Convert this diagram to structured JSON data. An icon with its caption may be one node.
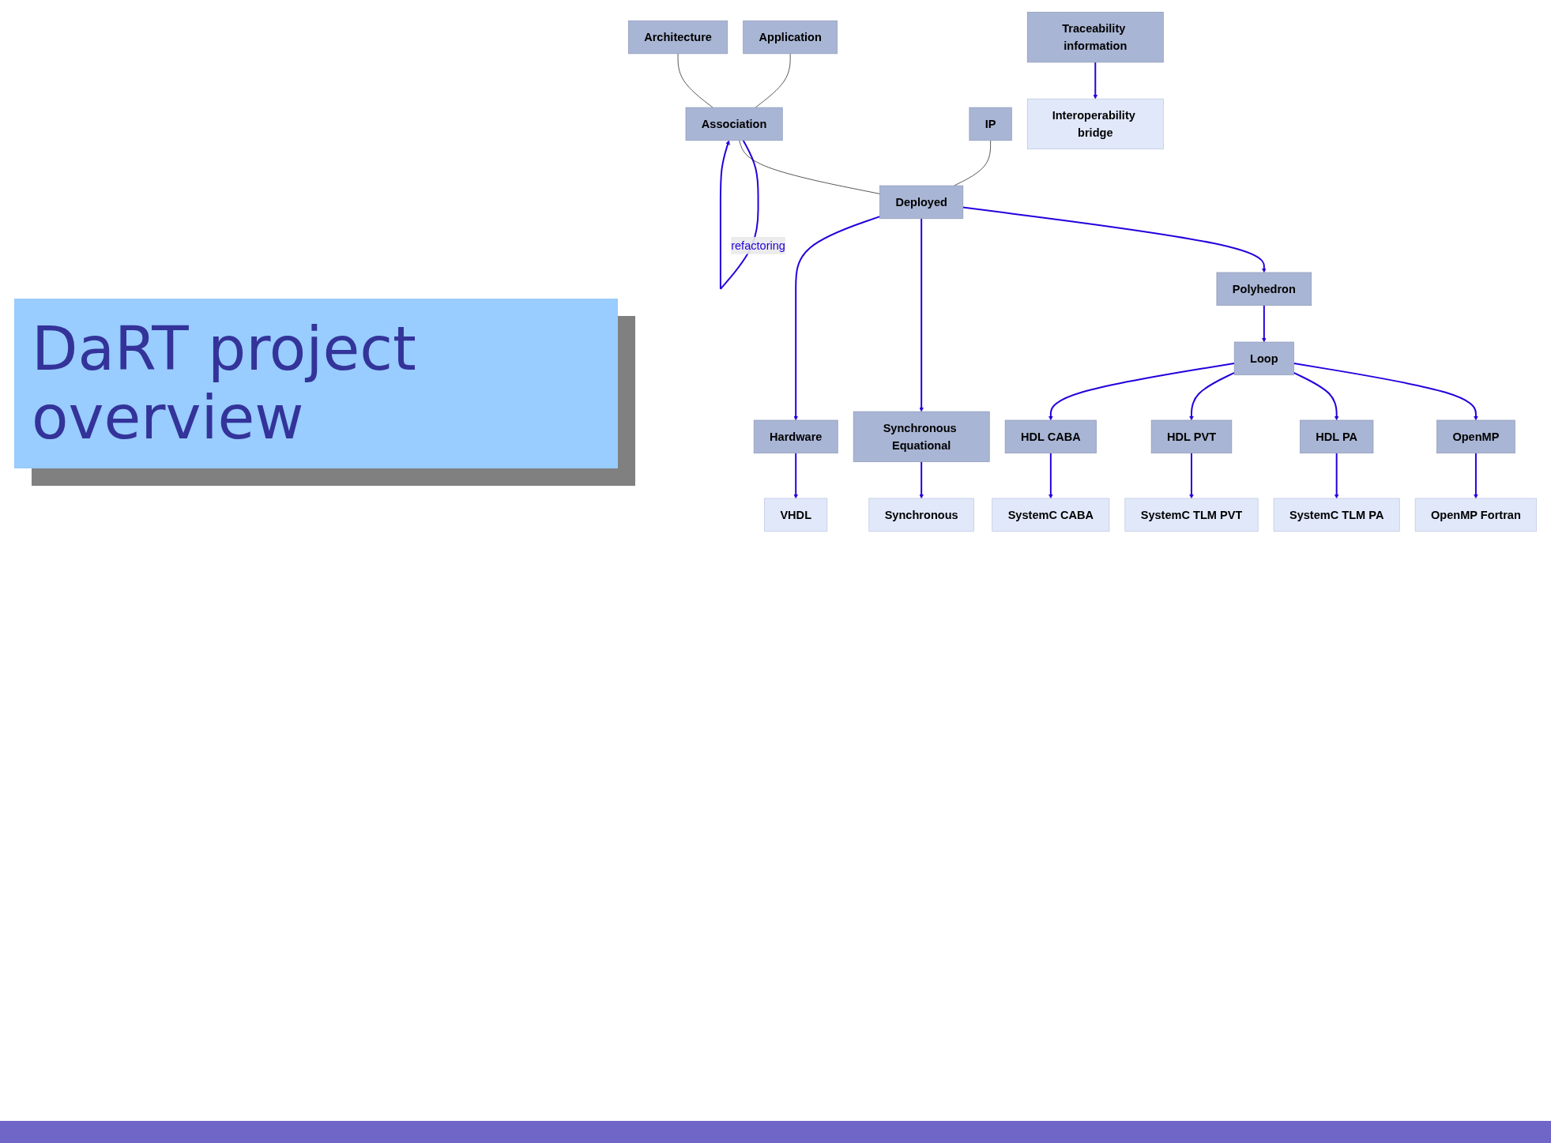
{
  "diagram": {
    "title": "DaRT project overview",
    "nodes": [
      {
        "text": [
          "Application"
        ]
      },
      {
        "text": [
          "Architecture"
        ]
      },
      {
        "text": [
          "Association"
        ]
      },
      {
        "text": [
          "IP"
        ]
      },
      {
        "text": [
          "Deployed"
        ]
      },
      {
        "text": [
          "Traceability information"
        ]
      },
      {
        "text": [
          "Polyhedron"
        ]
      },
      {
        "text": [
          "Loop"
        ]
      },
      {
        "text": [
          "Synchronous Equational"
        ]
      },
      {
        "text": [
          "OpenMP"
        ]
      },
      {
        "text": [
          "HDL PA"
        ]
      },
      {
        "text": [
          "HDL PVT"
        ]
      },
      {
        "text": [
          "HDL CABA"
        ]
      },
      {
        "text": [
          "Hardware"
        ]
      },
      {
        "text": [
          "Synchronous"
        ]
      },
      {
        "text": [
          "OpenMP Fortran"
        ]
      },
      {
        "text": [
          "SystemC TLM PA"
        ]
      },
      {
        "text": [
          "SystemC TLM PVT"
        ]
      },
      {
        "text": [
          "SystemC CABA"
        ]
      },
      {
        "text": [
          "VHDL"
        ]
      },
      {
        "text": [
          "Interoperability bridge"
        ]
      }
    ],
    "edges": [
      {
        "from": 0,
        "to": 2,
        "arrow": "none",
        "color": "#000000"
      },
      {
        "from": 1,
        "to": 2,
        "arrow": "none",
        "color": "#000000"
      },
      {
        "from": 2,
        "to": 2,
        "arrow": "to",
        "label": "refactoring"
      },
      {
        "from": 2,
        "to": 4,
        "arrow": "none",
        "color": "#000000"
      },
      {
        "from": 3,
        "to": 4,
        "arrow": "none",
        "color": "#000000"
      },
      {
        "from": 4,
        "to": 6,
        "arrow": "to"
      },
      {
        "from": 4,
        "to": 8,
        "arrow": "to"
      },
      {
        "from": 4,
        "to": 13,
        "arrow": "to"
      },
      {
        "from": 6,
        "to": 7,
        "arrow": "to"
      },
      {
        "from": 7,
        "to": 9,
        "arrow": "to"
      },
      {
        "from": 7,
        "to": 10,
        "arrow": "to"
      },
      {
        "from": 7,
        "to": 11,
        "arrow": "to"
      },
      {
        "from": 7,
        "to": 12,
        "arrow": "to"
      },
      {
        "from": 8,
        "to": 14,
        "arrow": "to"
      },
      {
        "from": 9,
        "to": 15,
        "arrow": "to"
      },
      {
        "from": 10,
        "to": 16,
        "arrow": "to"
      },
      {
        "from": 11,
        "to": 17,
        "arrow": "to"
      },
      {
        "from": 12,
        "to": 18,
        "arrow": "to"
      },
      {
        "from": 13,
        "to": 19,
        "arrow": "to"
      },
      {
        "from": 5,
        "to": 20,
        "arrow": "to"
      }
    ]
  }
}
